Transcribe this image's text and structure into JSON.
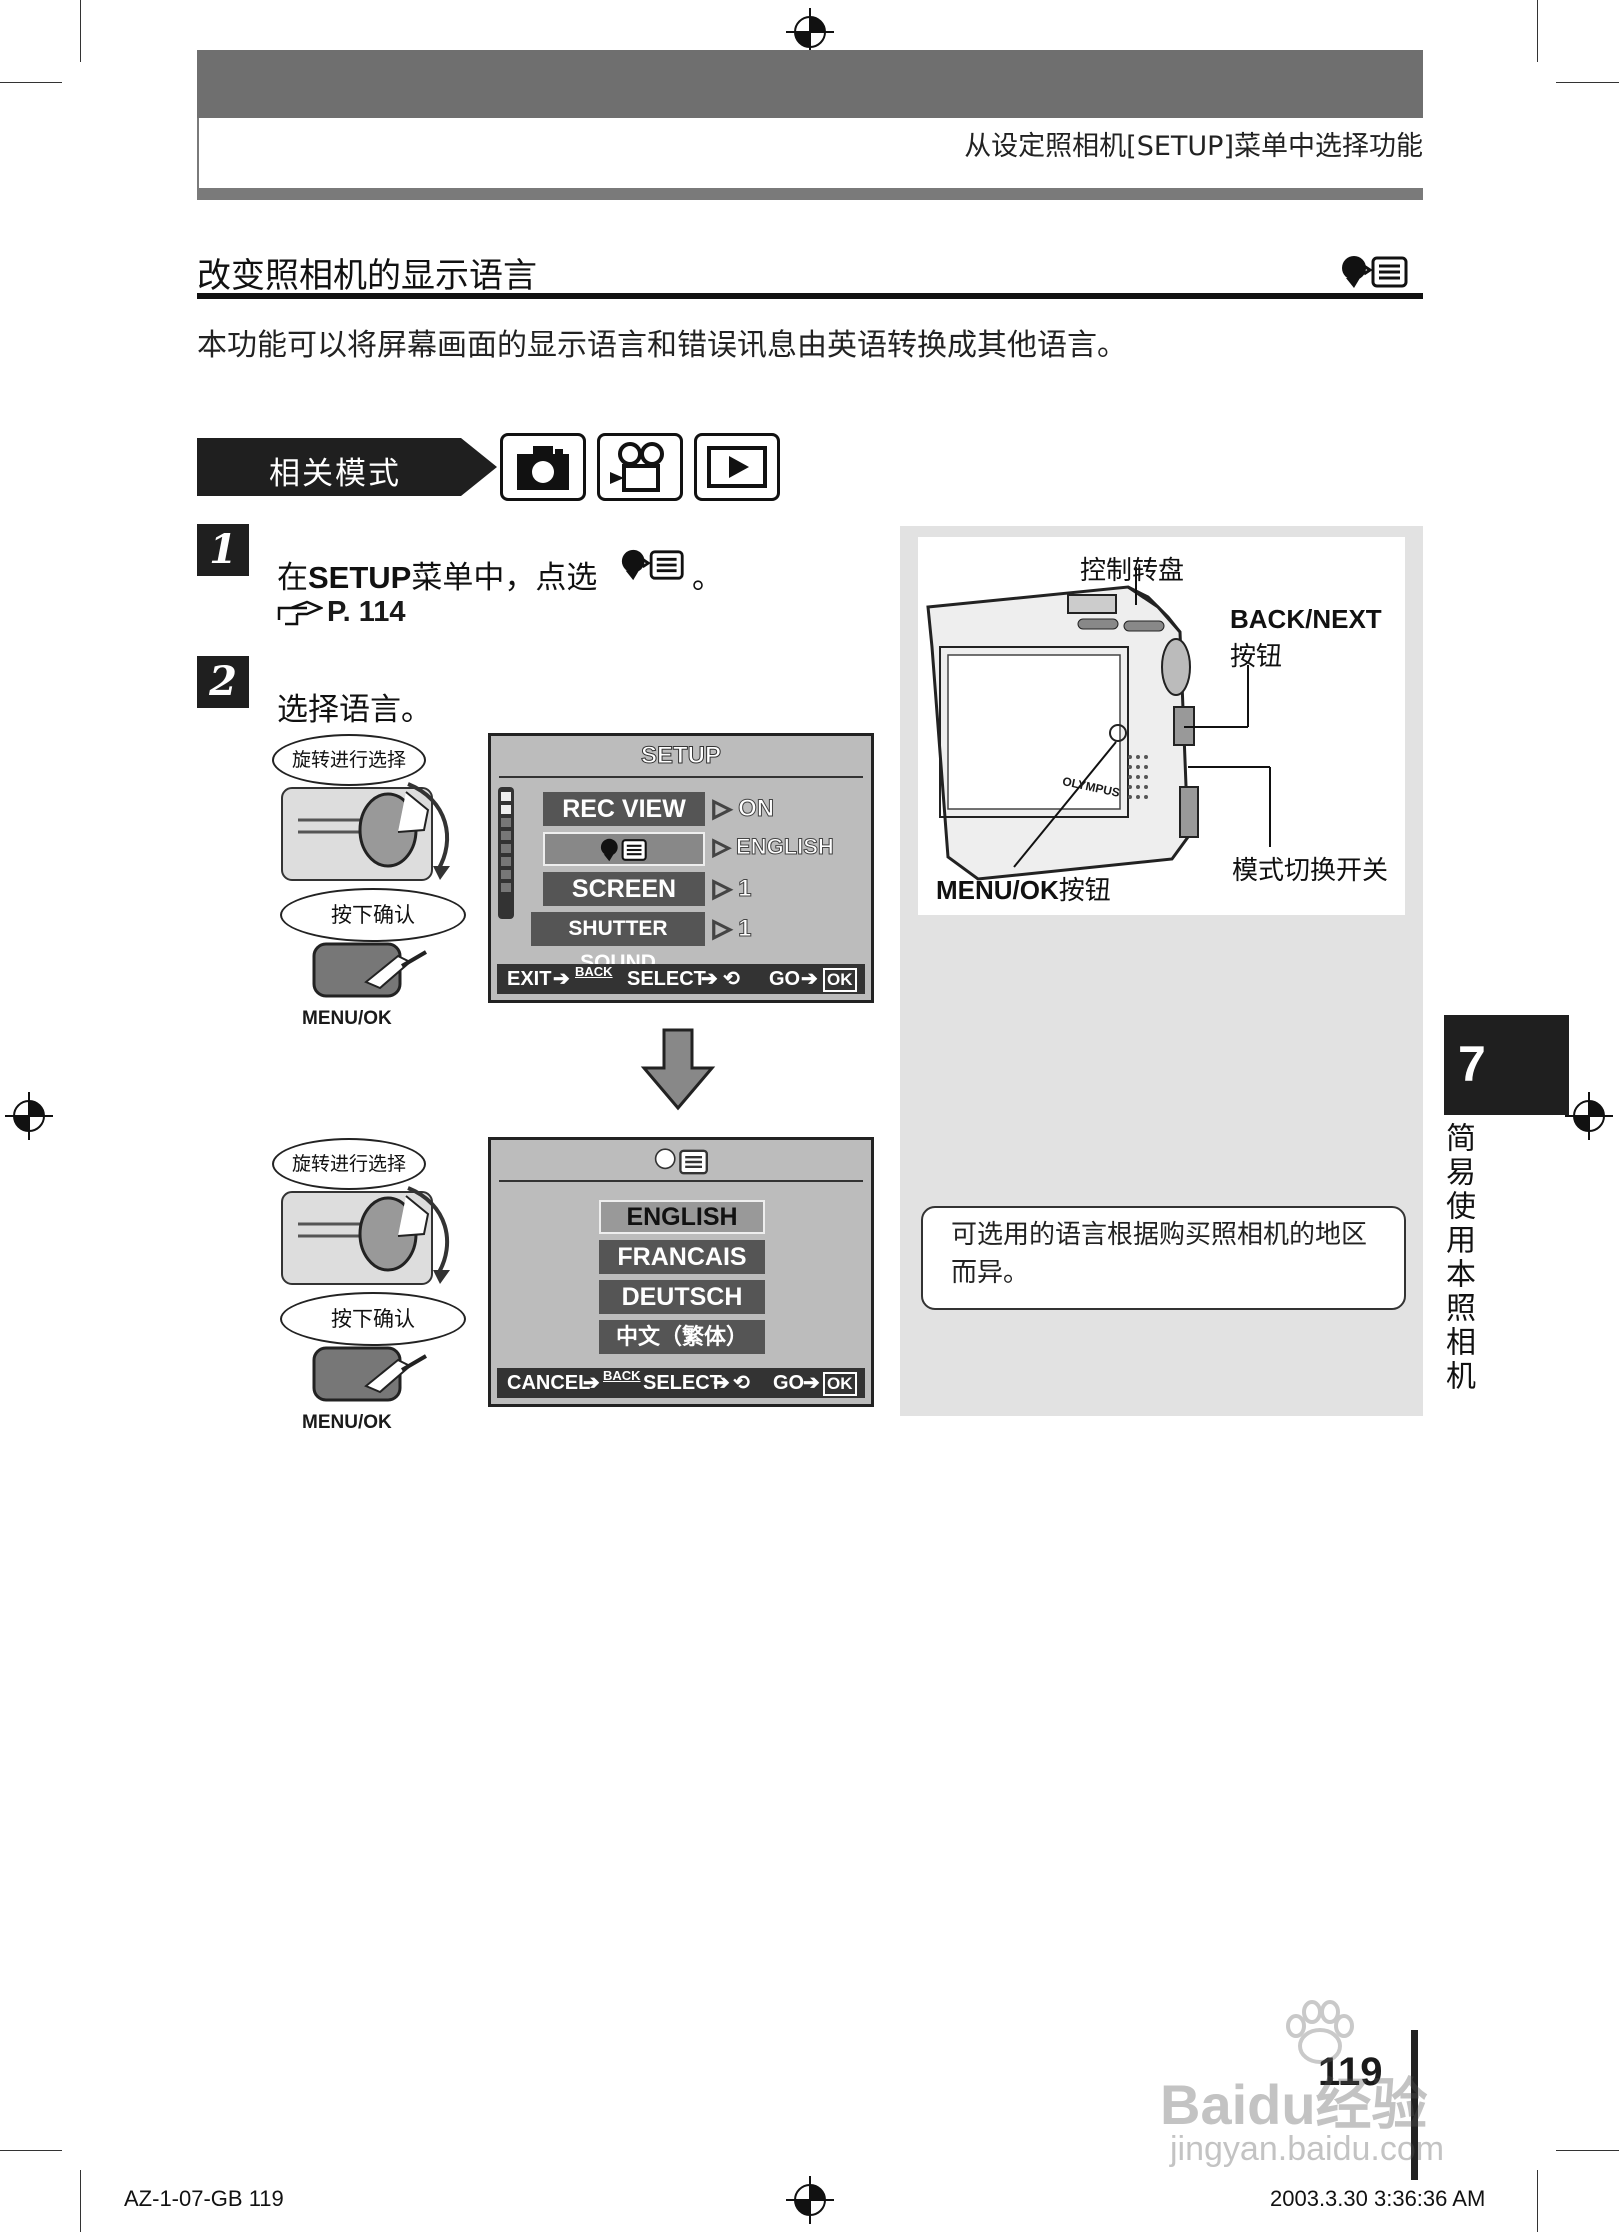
{
  "header": {
    "section_title": "从设定照相机[SETUP]菜单中选择功能"
  },
  "page": {
    "title": "改变照相机的显示语言",
    "intro": "本功能可以将屏幕画面的显示语言和错误讯息由英语转换成其他语言。",
    "mode_tag": "相关模式",
    "mode_icons": [
      "camera-icon",
      "movie-icon",
      "playback-icon"
    ]
  },
  "steps": [
    {
      "number": "1",
      "text_pre": "在",
      "text_bold": "SETUP",
      "text_post": "菜单中，点选",
      "text_end": "。",
      "ref": "P. 114"
    },
    {
      "number": "2",
      "text": "选择语言。"
    }
  ],
  "controls": {
    "rotate": "旋转进行选择",
    "press": "按下确认",
    "button": "MENU/OK"
  },
  "screen1": {
    "title": "SETUP",
    "items": [
      "REC VIEW",
      "",
      "SCREEN",
      "SHUTTER SOUND"
    ],
    "values": [
      "ON",
      "ENGLISH",
      "1",
      "1"
    ],
    "footer": {
      "exit": "EXIT",
      "back": "BACK",
      "select": "SELECT",
      "go": "GO",
      "ok": "OK"
    }
  },
  "screen2": {
    "languages": [
      "ENGLISH",
      "FRANCAIS",
      "DEUTSCH",
      "中文（繁体）"
    ],
    "footer": {
      "cancel": "CANCEL",
      "back": "BACK",
      "select": "SELECT",
      "go": "GO",
      "ok": "OK"
    }
  },
  "camera_diagram": {
    "dial_label": "控制转盘",
    "back_next_label": "BACK/NEXT",
    "back_next_suffix": "按钮",
    "menu_ok_label": "MENU/OK",
    "menu_ok_suffix": "按钮",
    "mode_switch_label": "模式切换开关",
    "brand": "OLYMPUS"
  },
  "note": "可选用的语言根据购买照相机的地区而异。",
  "chapter": {
    "number": "7",
    "title": "简易使用本照相机"
  },
  "page_number": "119",
  "footer": {
    "left": "AZ-1-07-GB   119",
    "right": "2003.3.30   3:36:36 AM"
  },
  "watermark": {
    "line1": "Baidu经验",
    "line2": "jingyan.baidu.com"
  }
}
